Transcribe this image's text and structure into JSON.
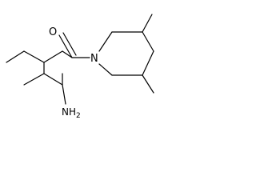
{
  "structure": {
    "atoms": {
      "oxygen": "O",
      "nitrogen": "N",
      "amine": "NH",
      "amine_subscript": "2"
    },
    "colors": {
      "bond": "#000000",
      "label": "#000000",
      "background": "#ffffff"
    }
  }
}
